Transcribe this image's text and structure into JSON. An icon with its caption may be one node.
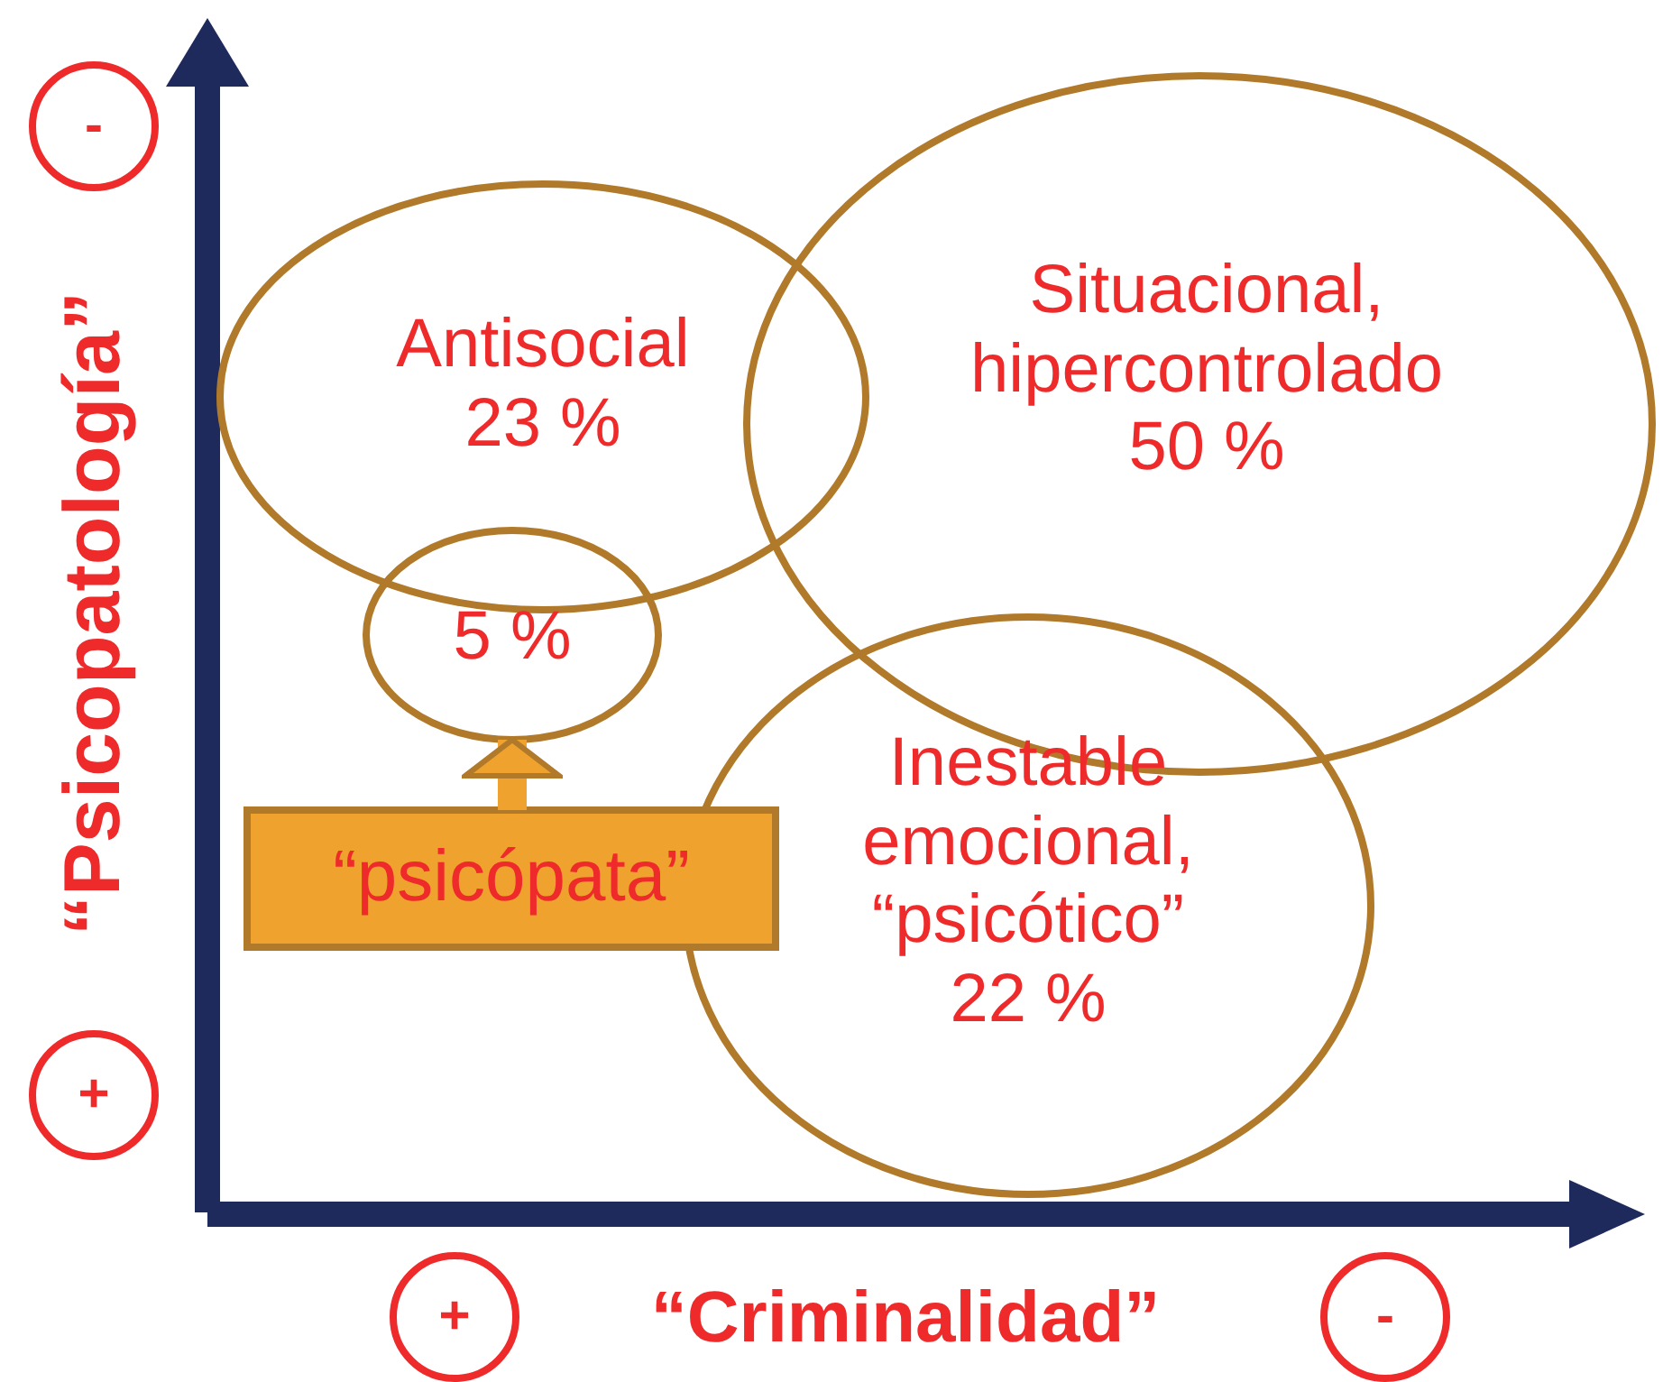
{
  "diagram": {
    "nodes": [
      {
        "text": [
          "Antisocial",
          "23 %"
        ]
      },
      {
        "text": [
          "Situacional, hipercontrolado",
          "50 %"
        ]
      },
      {
        "text": [
          "5 %"
        ]
      },
      {
        "text": [
          "Inestable emocional, “psicótico”",
          "22 %"
        ]
      },
      {
        "text": [
          "“psicópata”"
        ]
      },
      {
        "text": [
          "-"
        ]
      },
      {
        "text": [
          "+"
        ]
      },
      {
        "text": [
          "+"
        ]
      },
      {
        "text": [
          "-"
        ]
      }
    ],
    "edges": [
      {
        "from": 4,
        "to": 2,
        "arrow": "to"
      }
    ],
    "labels": [
      "“Psicopatología”",
      "“Criminalidad”"
    ]
  }
}
